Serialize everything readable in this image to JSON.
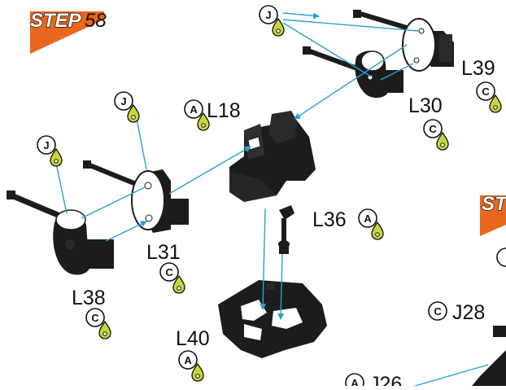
{
  "step": {
    "word": "STEP",
    "number": "58",
    "next_word": "ST"
  },
  "colors": {
    "accent": "#e8661d",
    "arrow": "#2a9fd6",
    "drop": "#c9d63a",
    "part": "#1c1c1c"
  },
  "badges": {
    "j": "J",
    "a": "A",
    "c": "C"
  },
  "labels": {
    "l18": "L18",
    "l30": "L30",
    "l31": "L31",
    "l36": "L36",
    "l38": "L38",
    "l39": "L39",
    "l40": "L40",
    "j28": "J28",
    "j26": "J26"
  },
  "icons": [
    "droplet-badge-icon",
    "arrow-icon"
  ]
}
